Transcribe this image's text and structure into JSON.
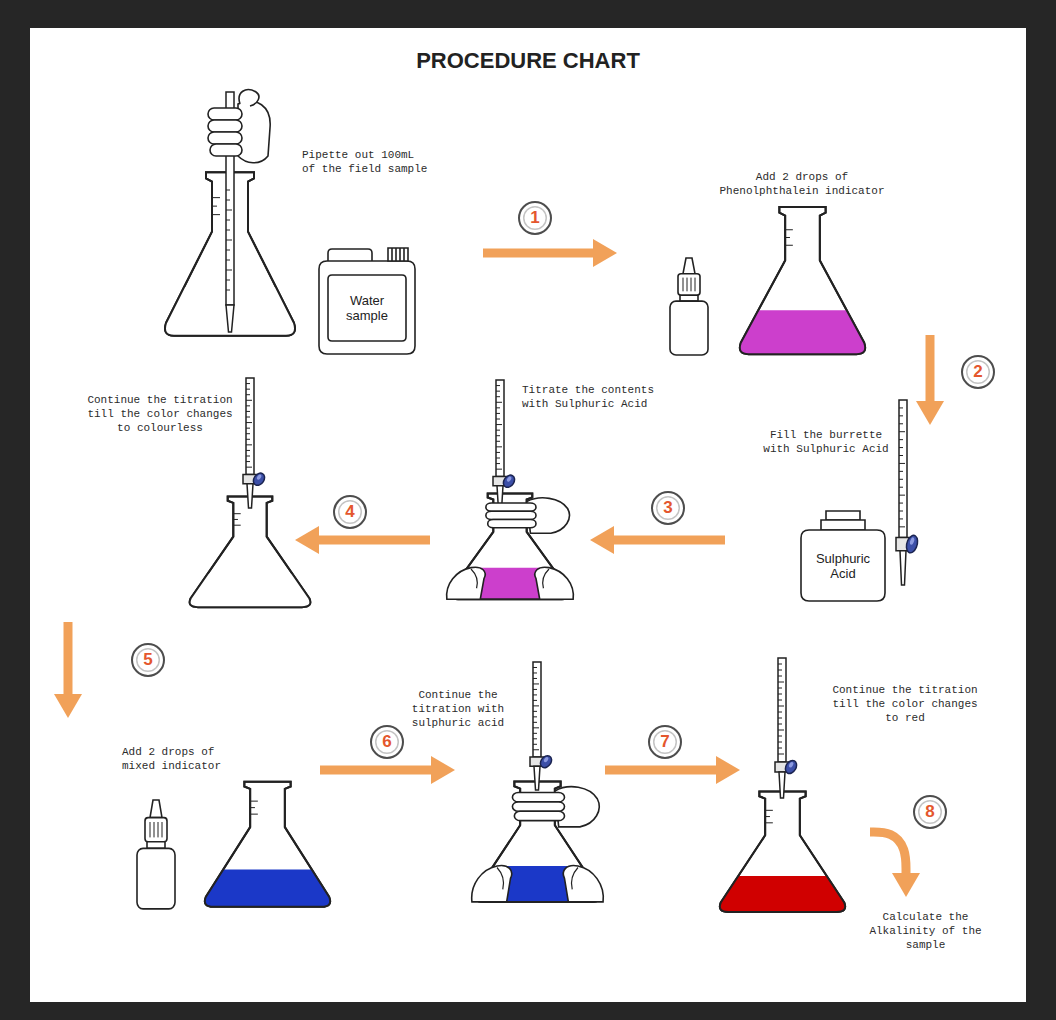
{
  "diagram": {
    "title": "PROCEDURE CHART",
    "nodes": [
      {
        "text": [
          "Pipette out 100mL of the field sample"
        ]
      },
      {
        "text": [
          "Water sample"
        ],
        "in": 0
      },
      {
        "text": [
          "Add 2 drops of Phenolphthalein indicator"
        ]
      },
      {
        "text": [
          "Fill the burrette with Sulphuric Acid"
        ]
      },
      {
        "text": [
          "Sulphuric Acid"
        ],
        "in": 3
      },
      {
        "text": [
          "Titrate the contents with Sulphuric Acid"
        ]
      },
      {
        "text": [
          "Continue the titration till the color changes to colourless"
        ]
      },
      {
        "text": [
          "Add 2 drops of mixed indicator"
        ]
      },
      {
        "text": [
          "Continue the titration with sulphuric acid"
        ]
      },
      {
        "text": [
          "Continue the titration till the color changes to red"
        ]
      },
      {
        "text": [
          "Calculate the Alkalinity of the sample"
        ]
      }
    ],
    "edges": [
      {
        "from": 0,
        "to": 2,
        "label": "1",
        "arrow": "to"
      },
      {
        "from": 2,
        "to": 3,
        "label": "2",
        "arrow": "to"
      },
      {
        "from": 3,
        "to": 5,
        "label": "3",
        "arrow": "to"
      },
      {
        "from": 5,
        "to": 6,
        "label": "4",
        "arrow": "to"
      },
      {
        "from": 6,
        "to": 7,
        "label": "5",
        "arrow": "to"
      },
      {
        "from": 7,
        "to": 8,
        "label": "6",
        "arrow": "to"
      },
      {
        "from": 8,
        "to": 9,
        "label": "7",
        "arrow": "to"
      },
      {
        "from": 9,
        "to": 10,
        "label": "8",
        "arrow": "to"
      }
    ]
  }
}
